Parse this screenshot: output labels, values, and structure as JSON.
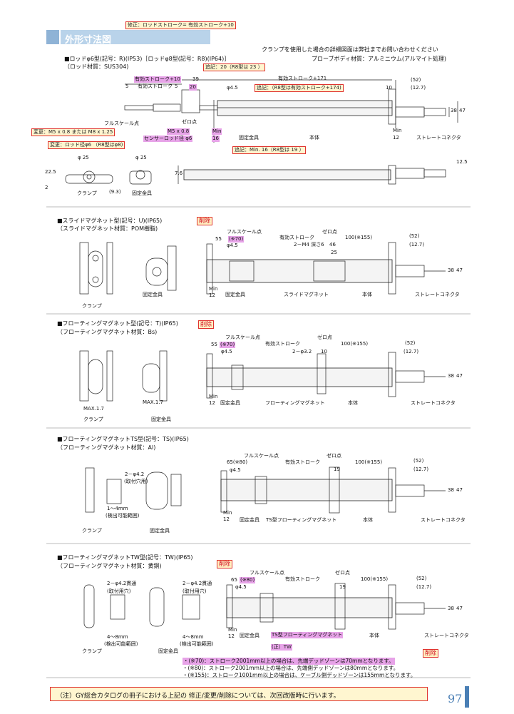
{
  "header": {
    "title": "外形寸法図"
  },
  "top_notes": {
    "n1": "修正：ロッドストローク= 有効ストローク+10",
    "clamp": "クランプを使用した場合の詳細図面は弊社までお問い合わせください",
    "body_mat": "プローブボディ材質：アルミニウム(アルマイト処理)"
  },
  "s1": {
    "title": "■ロッドφ6型(記号：R)(IP53)［ロッドφ8型(記号：R8)(IP64)］",
    "mat": "（ロッド材質：SUS304)",
    "hl_stroke10": "有効ストローク+10",
    "rod_stroke": "有効ストローク",
    "d5": "5",
    "d39": "39",
    "d20": "20",
    "d171": "有効ストローク+171",
    "add20": "追記：20（R8型は 23 ）",
    "add174": "追記：（R8型は有効ストローク+174)",
    "phi45": "φ4.5",
    "d52": "(52)",
    "d127": "(12.7)",
    "d10": "10",
    "full": "フルスケール点",
    "zero": "ゼロ点",
    "chg1": "変更：M5 x 0.8 または M8 x 1.25",
    "m5": "M5 x 0.8",
    "sensor": "センサーロッド径 φ6",
    "chg2": "変更：ロッド径φ6 （R8型はφ8)",
    "min": "Min",
    "d16": "16",
    "d12": "12",
    "fix": "固定金具",
    "body": "本体",
    "conn": "ストレートコネクタ",
    "add16": "追記：Min. 16（R8型は 19 ）",
    "d38": "38",
    "d47": "47",
    "d25": "φ 25",
    "d225": "22.5",
    "d2": "2",
    "d76": "7.6",
    "d93": "(9.3)",
    "d125": "12.5",
    "clamp": "クランプ",
    "fixm": "固定金具"
  },
  "s2": {
    "title": "■スライドマグネット型(記号：U)(IP65)",
    "mat": "（スライドマグネット材質：POM樹脂)",
    "del": "削除",
    "full": "フルスケール点",
    "hl70": "(※70)",
    "zero": "ゼロ点",
    "d55": "55",
    "stroke": "有効ストローク",
    "d100": "100(※155)",
    "d52": "(52)",
    "m4": "2－M4 深さ6",
    "d46": "46",
    "d25": "25",
    "d127": "(12.7)",
    "phi45": "φ4.5",
    "slide": "スライドマグネット",
    "body": "本体",
    "conn": "ストレートコネクタ",
    "fix": "固定金具",
    "clamp": "クランプ",
    "min": "Min",
    "d12": "12",
    "d38": "38",
    "d47": "47"
  },
  "s3": {
    "title": "■フローティングマグネット型(記号：T)(IP65)",
    "mat": "（フローティングマグネット材質：Bs)",
    "del": "削除",
    "full": "フルスケール点",
    "hl70": "(※70)",
    "zero": "ゼロ点",
    "d55": "55",
    "stroke": "有効ストローク",
    "d100": "100(※155)",
    "d52": "(52)",
    "phi32": "2－φ3.2",
    "d10": "10",
    "d127": "(12.7)",
    "phi45": "φ4.5",
    "float": "フローティングマグネット",
    "body": "本体",
    "conn": "ストレートコネクタ",
    "fix": "固定金具",
    "clamp": "クランプ",
    "max17": "MAX.1.7",
    "min": "Min",
    "d12": "12",
    "d38": "38",
    "d47": "47"
  },
  "s4": {
    "title": "■フローティングマグネットTS型(記号：TS)(IP65)",
    "mat": "（フローティングマグネット材質：Al)",
    "full": "フルスケール点",
    "zero": "ゼロ点",
    "d65": "65(※80)",
    "stroke": "有効ストローク",
    "d100": "100(※155)",
    "d52": "(52)",
    "phi42": "2－φ4.2",
    "mount": "(取付穴用)",
    "range": "1～4mm",
    "detect": "(検出可能範囲)",
    "d19": "19",
    "d127": "(12.7)",
    "phi45": "φ4.5",
    "tsfloat": "TS型フローティングマグネット",
    "body": "本体",
    "conn": "ストレートコネクタ",
    "fix": "固定金具",
    "clamp": "クランプ",
    "min": "Min",
    "d12": "12",
    "d38": "38",
    "d47": "47"
  },
  "s5": {
    "title": "■フローティングマグネットTW型(記号：TW)(IP65)",
    "mat": "（フローティングマグネット材質：黄銅)",
    "del": "削除",
    "full": "フルスケール点",
    "hl80": "(※80)",
    "zero": "ゼロ点",
    "d65": "65",
    "stroke": "有効ストローク",
    "d100": "100(※155)",
    "d52": "(52)",
    "phi42": "2－φ4.2貫通",
    "mount": "(取付用穴)",
    "range": "4～8mm",
    "detect": "(検出可能範囲)",
    "d19": "19",
    "d127": "(12.7)",
    "phi45": "φ4.5",
    "tsfloat": "TS型フローティングマグネット",
    "fix_note": "(正）TW",
    "body": "本体",
    "conn": "ストレートコネクタ",
    "fix": "固定金具",
    "clamp": "クランプ",
    "min": "Min",
    "d12": "12",
    "d38": "38",
    "d47": "47"
  },
  "foot_notes": {
    "n70": "・(※70)：ストローク2001mm以上の場合は、先端デッドゾーンは70mmとなります。",
    "del": "削除",
    "n80": "・(※80)：ストローク2001mm以上の場合は、先端側デッドゾーンは80mmとなります。",
    "n155": "・(※155)：ストローク1001mm以上の場合は、ケーブル側デッドゾーンは155mmとなります。"
  },
  "footer": {
    "note": "（注）GY総合カタログの冊子における上記の 修正/変更/削除については、次回改版時に行います。"
  },
  "page": {
    "number": "97"
  }
}
